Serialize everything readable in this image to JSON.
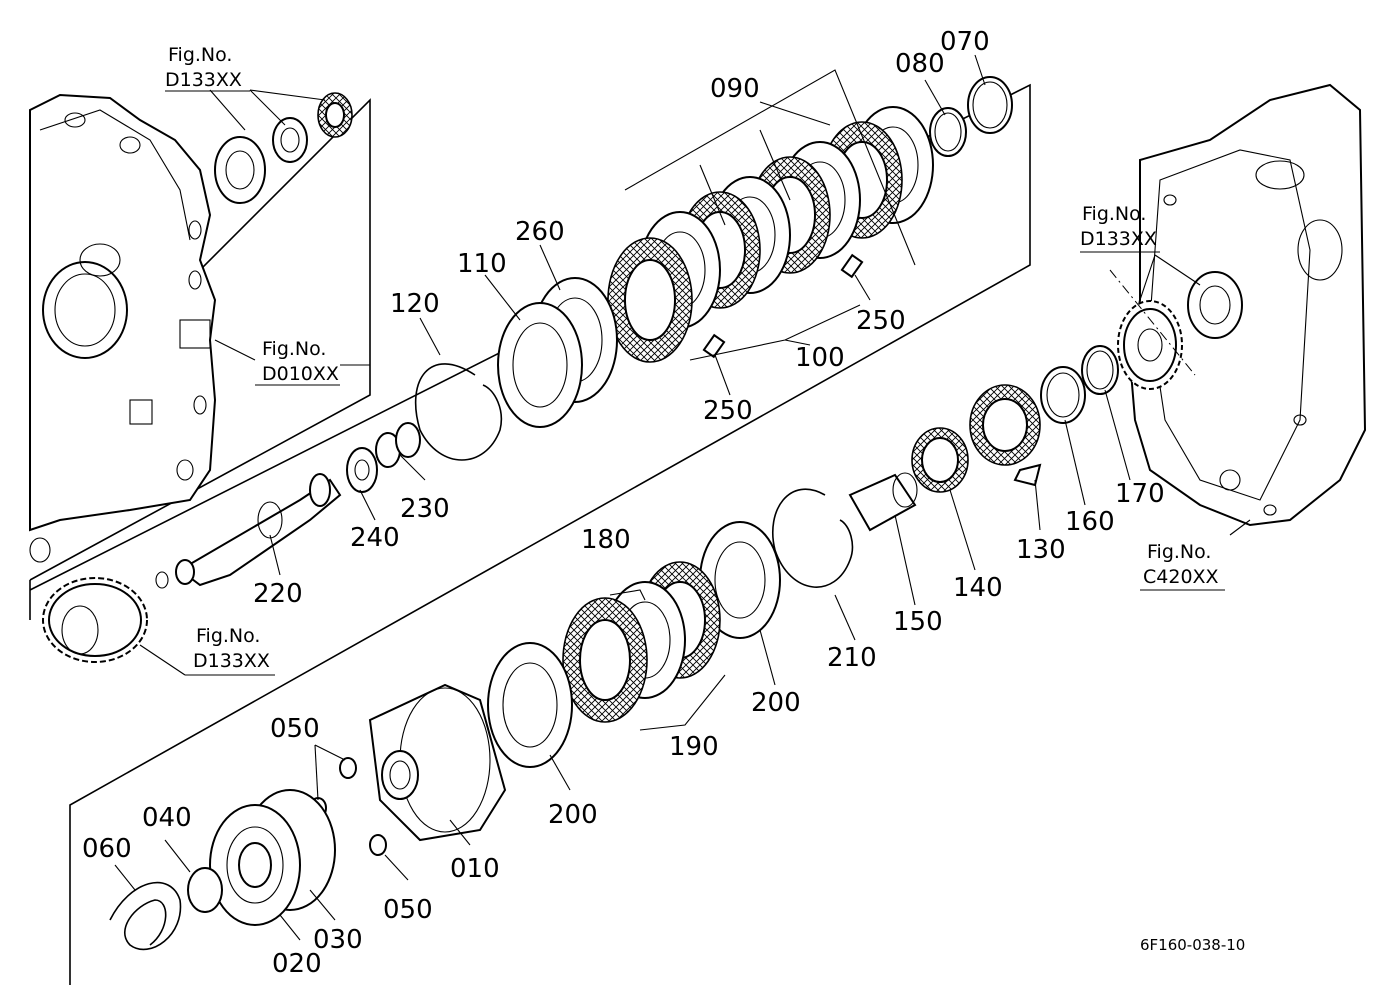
{
  "diagram": {
    "fig_labels": {
      "fig_prefix": "Fig.No.",
      "d133_top_left": "D133XX",
      "d010": "D010XX",
      "d133_right": "D133XX",
      "d133_gear": "D133XX",
      "c420": "C420XX"
    },
    "parts": {
      "p070": "070",
      "p080": "080",
      "p090": "090",
      "p260": "260",
      "p110": "110",
      "p120": "120",
      "p250_right": "250",
      "p100": "100",
      "p250_left": "250",
      "p230": "230",
      "p240": "240",
      "p220": "220",
      "p180": "180",
      "p130": "130",
      "p160": "160",
      "p170": "170",
      "p140": "140",
      "p150": "150",
      "p210": "210",
      "p200_upper": "200",
      "p190": "190",
      "p200_lower": "200",
      "p050_top": "050",
      "p040": "040",
      "p060": "060",
      "p010": "010",
      "p050_bottom": "050",
      "p030": "030",
      "p020": "020"
    },
    "drawing_code": "6F160-038-10"
  }
}
